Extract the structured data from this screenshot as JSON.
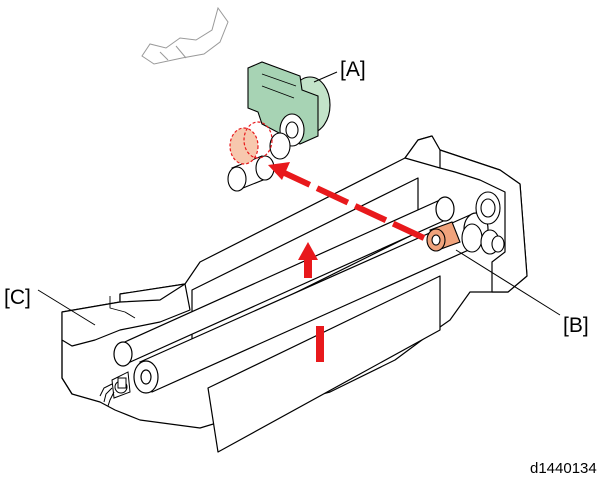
{
  "labels": {
    "a": "[A]",
    "b": "[B]",
    "c": "[C]"
  },
  "figure_id": "d1440134",
  "colors": {
    "line": "#000000",
    "arrow": "#e8191c",
    "motor_bracket": "#a7d3b4",
    "motor_disc": "#c3e3c9",
    "gear_highlight": "#f0a37c",
    "ghost_gear": "#f7c8ae"
  }
}
